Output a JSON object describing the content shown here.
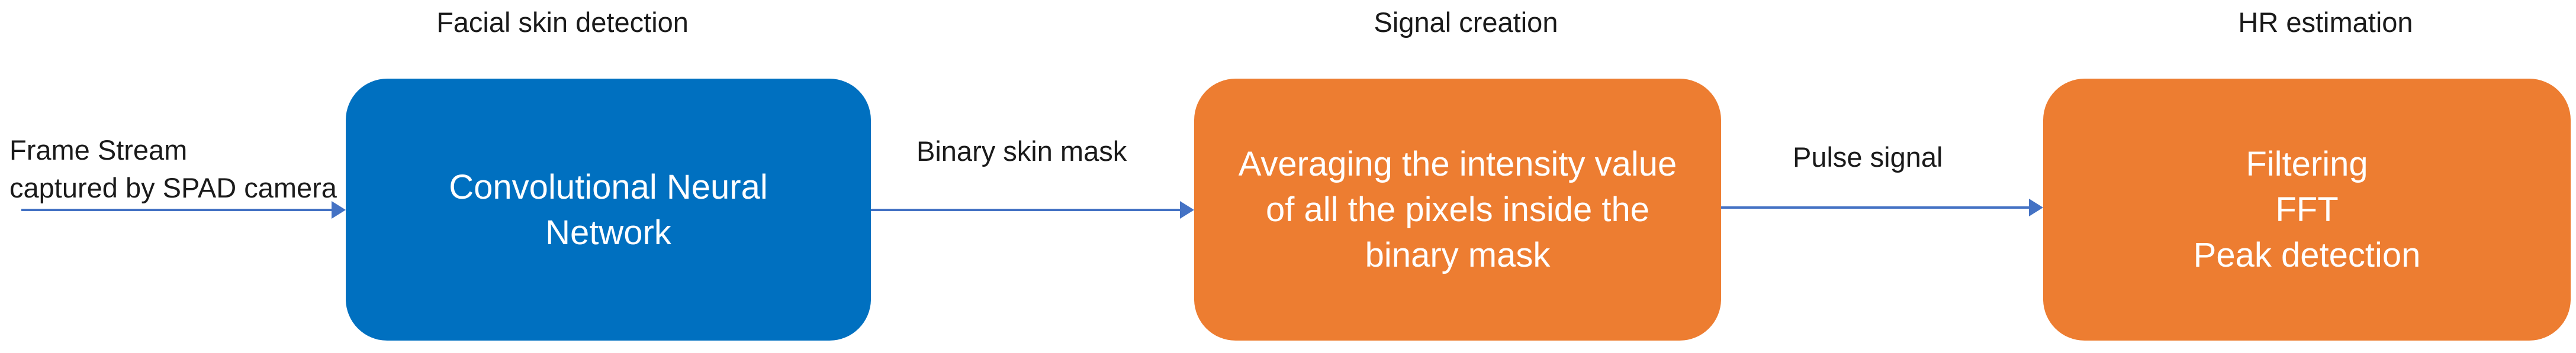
{
  "stages": {
    "detection": {
      "title": "Facial skin detection",
      "box_lines": [
        "Convolutional Neural",
        "Network"
      ]
    },
    "signal": {
      "title": "Signal creation",
      "box_lines": [
        "Averaging the intensity value",
        "of all the pixels inside the",
        "binary mask"
      ]
    },
    "hr": {
      "title": "HR estimation",
      "box_lines": [
        "Filtering",
        "FFT",
        "Peak detection"
      ]
    }
  },
  "input": {
    "lines": [
      "Frame Stream",
      "captured by SPAD camera"
    ]
  },
  "edges": {
    "mask_label": "Binary skin mask",
    "pulse_label": "Pulse signal"
  },
  "colors": {
    "cnn_box": "#0070C0",
    "process_box": "#ED7D31",
    "arrow": "#4472C4"
  }
}
